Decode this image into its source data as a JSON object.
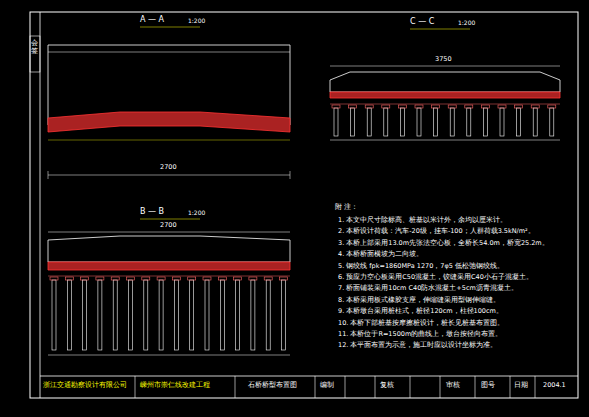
{
  "diagram": {
    "labels": [
      "会签",
      "A — A",
      "1:200",
      "2700",
      "B — B",
      "1:200",
      "2700",
      "C — C",
      "1:200",
      "3750",
      "附 注：",
      "1. 本文中尺寸除标高、桩基以米计外，余均以厘米计。",
      "2. 本桥设计荷载：汽车-20级，挂车-100；人群荷载3.5kN/m²。",
      "3. 本桥上部采用13.0m先张法空心板，全桥长54.0m，桥宽25.2m。",
      "4. 本桥桥面横坡为二向坡。",
      "5. 钢绞线 fpk=1860MPa 1270，7φ5 低松弛钢绞线。",
      "6. 预应力空心板采用C50混凝土，铰缝采用C40小石子混凝土。",
      "7. 桥面铺装采用10cm C40防水混凝土+5cm沥青混凝土。",
      "8. 本桥采用板式橡胶支座，伸缩缝采用型钢伸缩缝。",
      "9. 本桥墩台采用桩柱式，桩径120cm，柱径100cm。",
      "10. 本桥下部桩基按摩擦桩设计，桩长见桩基布置图。",
      "11. 本桥位于R=1500m的曲线上，墩台按径向布置。",
      "12. 本平面布置为示意，施工时应以设计坐标为准。",
      "浙江交通勘察设计有限公司",
      "嵊州市崇仁线改建工程",
      "石桥桥型布置图",
      "编制",
      "复核",
      "审核",
      "图号",
      "日期",
      "2004.1"
    ]
  }
}
